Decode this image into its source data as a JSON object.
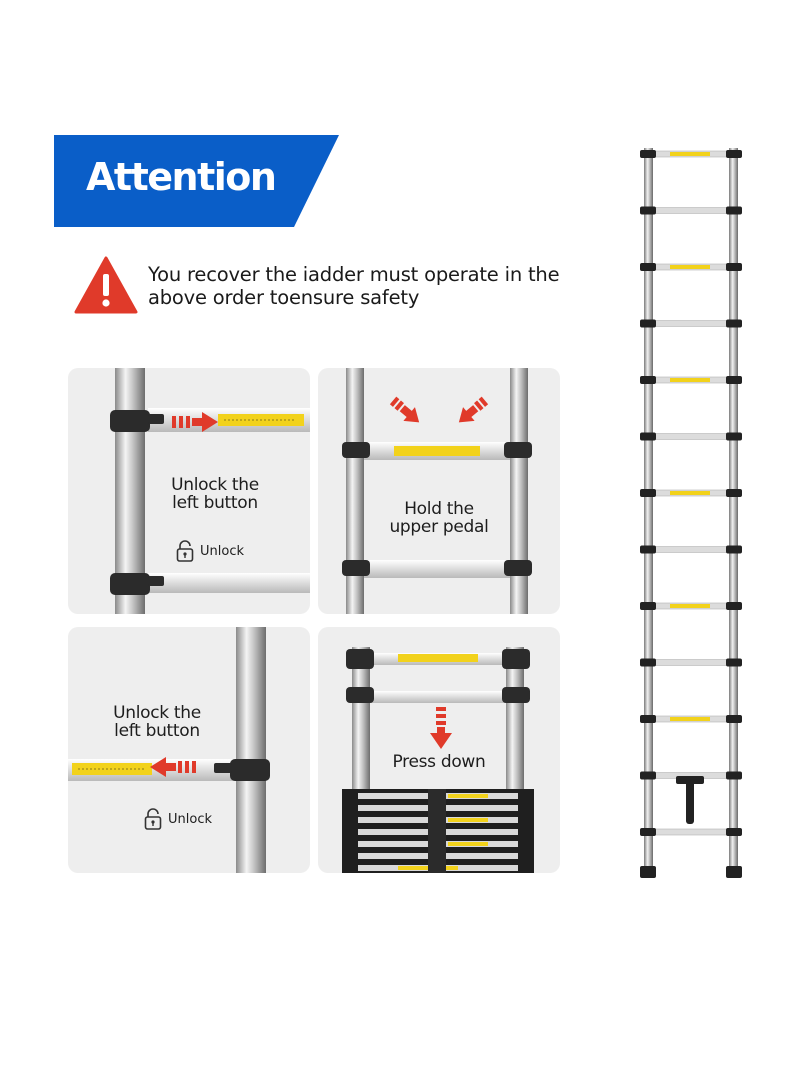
{
  "banner": {
    "title": "Attention",
    "color": "#0a5ec8"
  },
  "warning": {
    "line1": "You recover the iadder must operate in the",
    "line2": "above order toensure safety",
    "icon": "warning-triangle-icon",
    "color": "#e03a2a"
  },
  "steps": [
    {
      "line1": "Unlock the",
      "line2": "left button",
      "badge": "Unlock",
      "arrow": "right-arrow-icon"
    },
    {
      "line1": "Hold the",
      "line2": "upper pedal",
      "arrow": "diagonal-down-arrows-icon"
    },
    {
      "line1": "Unlock the",
      "line2": "left button",
      "badge": "Unlock",
      "arrow": "left-arrow-icon"
    },
    {
      "label": "Press down",
      "arrow": "down-arrow-icon"
    }
  ],
  "colors": {
    "accent_red": "#e03a2a",
    "panel_bg": "#eeeeee",
    "label_yellow": "#f2d21b"
  }
}
